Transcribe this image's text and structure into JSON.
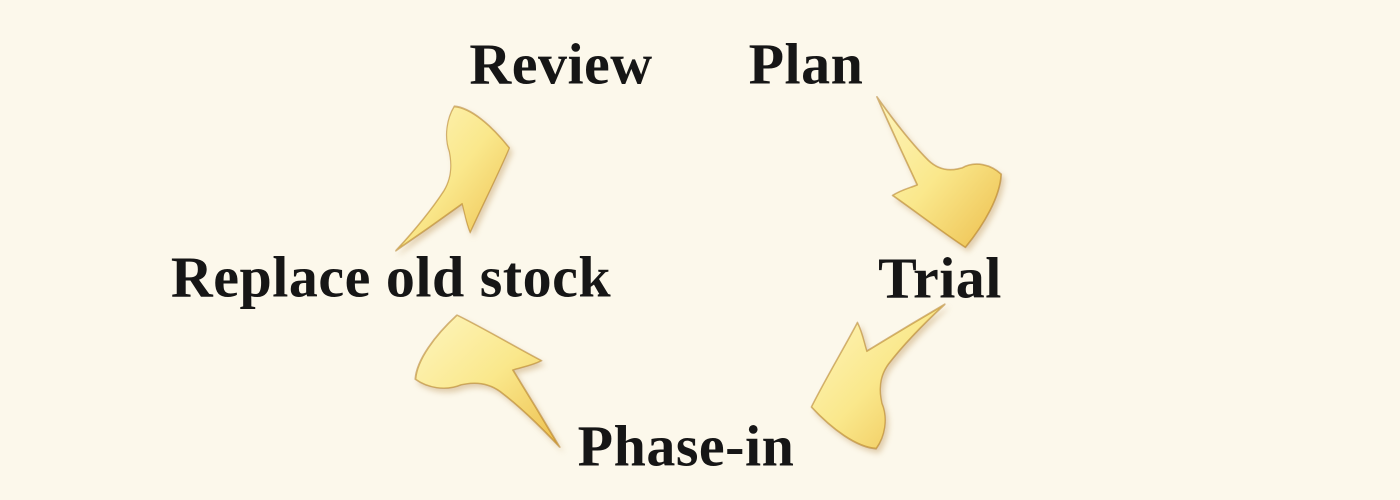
{
  "diagram": {
    "type": "cycle",
    "direction": "clockwise",
    "background_color": "#FCF8EB",
    "text_color": "#161616",
    "arrow_highlight_color": "#FEF5BE",
    "arrow_mid_color": "#FAE88C",
    "arrow_deep_color": "#EDBF4E",
    "arrow_edge_color": "#A97016",
    "stages": [
      {
        "label": "Review"
      },
      {
        "label": "Plan"
      },
      {
        "label": "Trial"
      },
      {
        "label": "Phase-in"
      },
      {
        "label": "Replace old stock"
      }
    ],
    "arrows": [
      {
        "from": "Plan",
        "to": "Trial"
      },
      {
        "from": "Trial",
        "to": "Phase-in"
      },
      {
        "from": "Phase-in",
        "to": "Replace old stock"
      },
      {
        "from": "Replace old stock",
        "to": "Review"
      }
    ]
  }
}
